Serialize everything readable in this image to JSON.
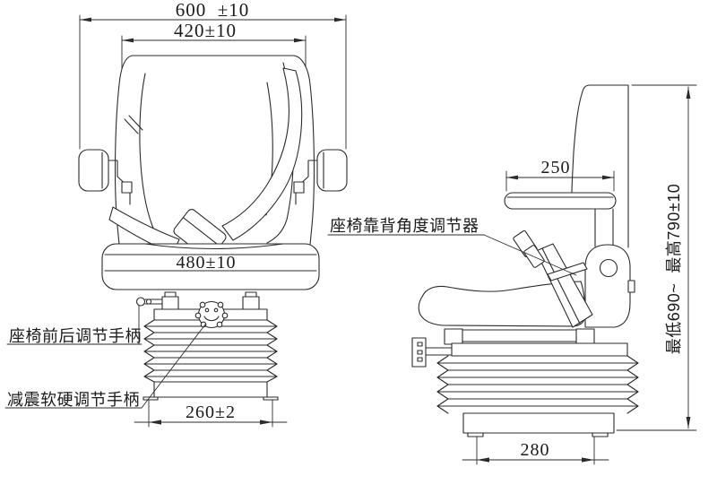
{
  "colors": {
    "line": "#2b2b2b",
    "background": "#ffffff"
  },
  "front_view": {
    "dim_overall_width": "600  ±10",
    "dim_backrest_width": "420±10",
    "dim_cushion_width": "480±10",
    "dim_base_width": "260±2",
    "label_fore_aft_handle": "座椅前后调节手柄",
    "label_damper_handle": "减震软硬调节手柄"
  },
  "side_view": {
    "dim_armrest_depth": "250",
    "dim_base_depth": "280",
    "dim_height_range": "最低690~  最高790±10",
    "label_recliner": "座椅靠背角度调节器"
  }
}
